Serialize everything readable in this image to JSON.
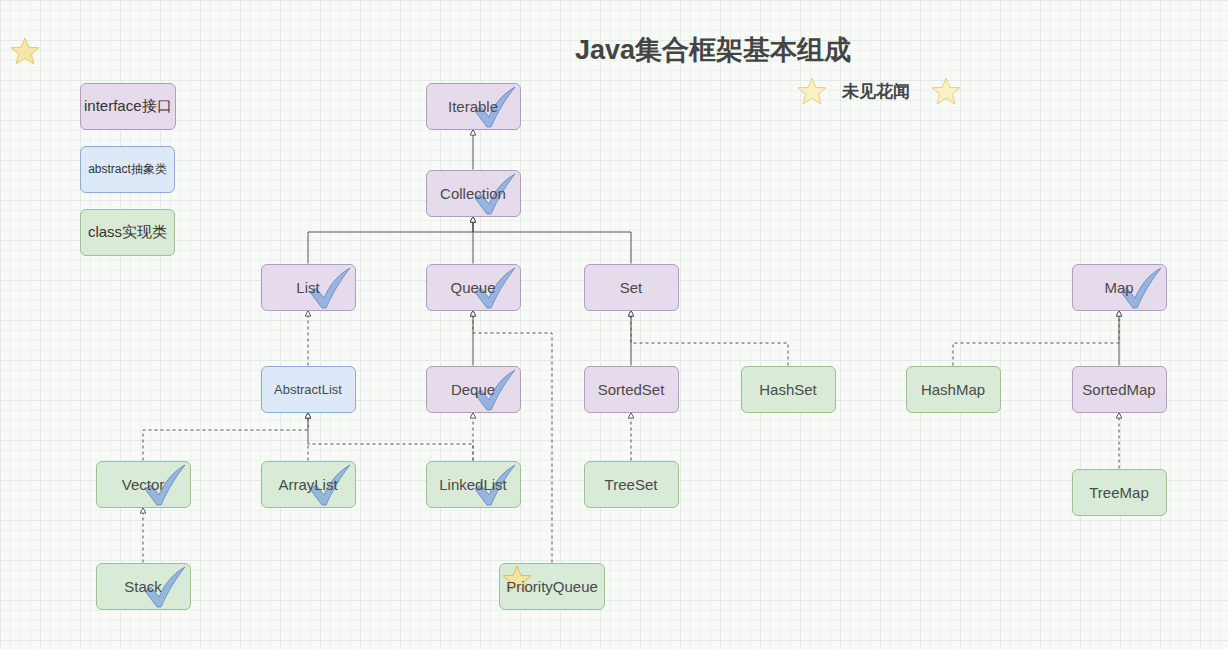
{
  "diagram": {
    "title": "Java集合框架基本组成",
    "nodes": [
      {
        "text": [
          "Iterable"
        ]
      },
      {
        "text": [
          "Collection"
        ]
      },
      {
        "text": [
          "List"
        ]
      },
      {
        "text": [
          "Queue"
        ]
      },
      {
        "text": [
          "Set"
        ]
      },
      {
        "text": [
          "Map"
        ]
      },
      {
        "text": [
          "AbstractList"
        ]
      },
      {
        "text": [
          "Deque"
        ]
      },
      {
        "text": [
          "SortedSet"
        ]
      },
      {
        "text": [
          "HashSet"
        ]
      },
      {
        "text": [
          "HashMap"
        ]
      },
      {
        "text": [
          "SortedMap"
        ]
      },
      {
        "text": [
          "Vector"
        ]
      },
      {
        "text": [
          "ArrayList"
        ]
      },
      {
        "text": [
          "LinkedList"
        ]
      },
      {
        "text": [
          "TreeSet"
        ]
      },
      {
        "text": [
          "TreeMap"
        ]
      },
      {
        "text": [
          "Stack"
        ]
      },
      {
        "text": [
          "PriorityQueue"
        ]
      }
    ],
    "edges": [
      {
        "from": 1,
        "to": 0,
        "arrow": "to"
      },
      {
        "from": 2,
        "to": 1,
        "arrow": "to"
      },
      {
        "from": 3,
        "to": 1,
        "arrow": "to"
      },
      {
        "from": 4,
        "to": 1,
        "arrow": "to"
      },
      {
        "from": 6,
        "to": 2,
        "arrow": "to"
      },
      {
        "from": 7,
        "to": 3,
        "arrow": "to"
      },
      {
        "from": 8,
        "to": 4,
        "arrow": "to"
      },
      {
        "from": 9,
        "to": 4,
        "arrow": "to"
      },
      {
        "from": 10,
        "to": 5,
        "arrow": "to"
      },
      {
        "from": 11,
        "to": 5,
        "arrow": "to"
      },
      {
        "from": 12,
        "to": 6,
        "arrow": "to"
      },
      {
        "from": 13,
        "to": 6,
        "arrow": "to"
      },
      {
        "from": 14,
        "to": 6,
        "arrow": "to"
      },
      {
        "from": 14,
        "to": 7,
        "arrow": "to"
      },
      {
        "from": 15,
        "to": 8,
        "arrow": "to"
      },
      {
        "from": 16,
        "to": 11,
        "arrow": "to"
      },
      {
        "from": 17,
        "to": 12,
        "arrow": "to"
      },
      {
        "from": 18,
        "to": 3,
        "arrow": "to"
      }
    ],
    "labels": [
      "未见花闻"
    ],
    "legend": [
      {
        "text": "interface接口",
        "color": "#e6dbeb"
      },
      {
        "text": "abstract抽象类",
        "color": "#dde9f8"
      },
      {
        "text": "class实现类",
        "color": "#d9ead6"
      }
    ]
  }
}
